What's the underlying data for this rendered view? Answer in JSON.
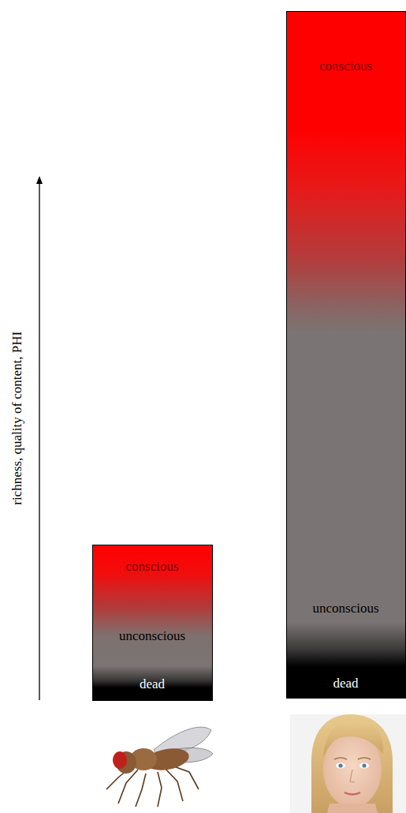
{
  "diagram": {
    "nodes": [
      {
        "text": [
          "conscious",
          "unconscious",
          "dead"
        ]
      },
      {
        "text": [
          "conscious",
          "unconscious",
          "dead"
        ]
      }
    ],
    "labels": [
      "richness, quality of content, PHI"
    ]
  }
}
